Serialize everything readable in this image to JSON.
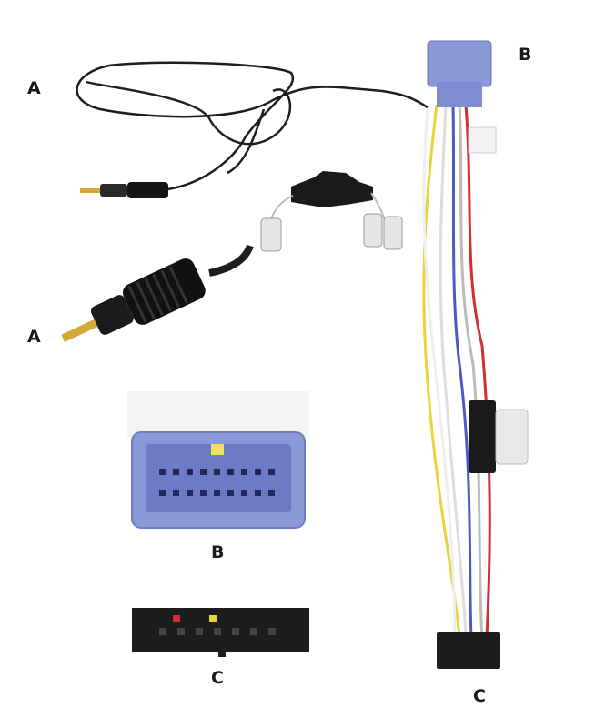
{
  "labels": {
    "a_top": "A",
    "a_bottom": "A",
    "b_top": "B",
    "b_detail": "B",
    "c_detail": "C",
    "c_bottom": "C"
  },
  "colors": {
    "background": "#ffffff",
    "connector_b": "#8a98d8",
    "connector_c": "#1c1c1c",
    "cable": "#1e1e1e",
    "gold": "#d6a83a"
  }
}
